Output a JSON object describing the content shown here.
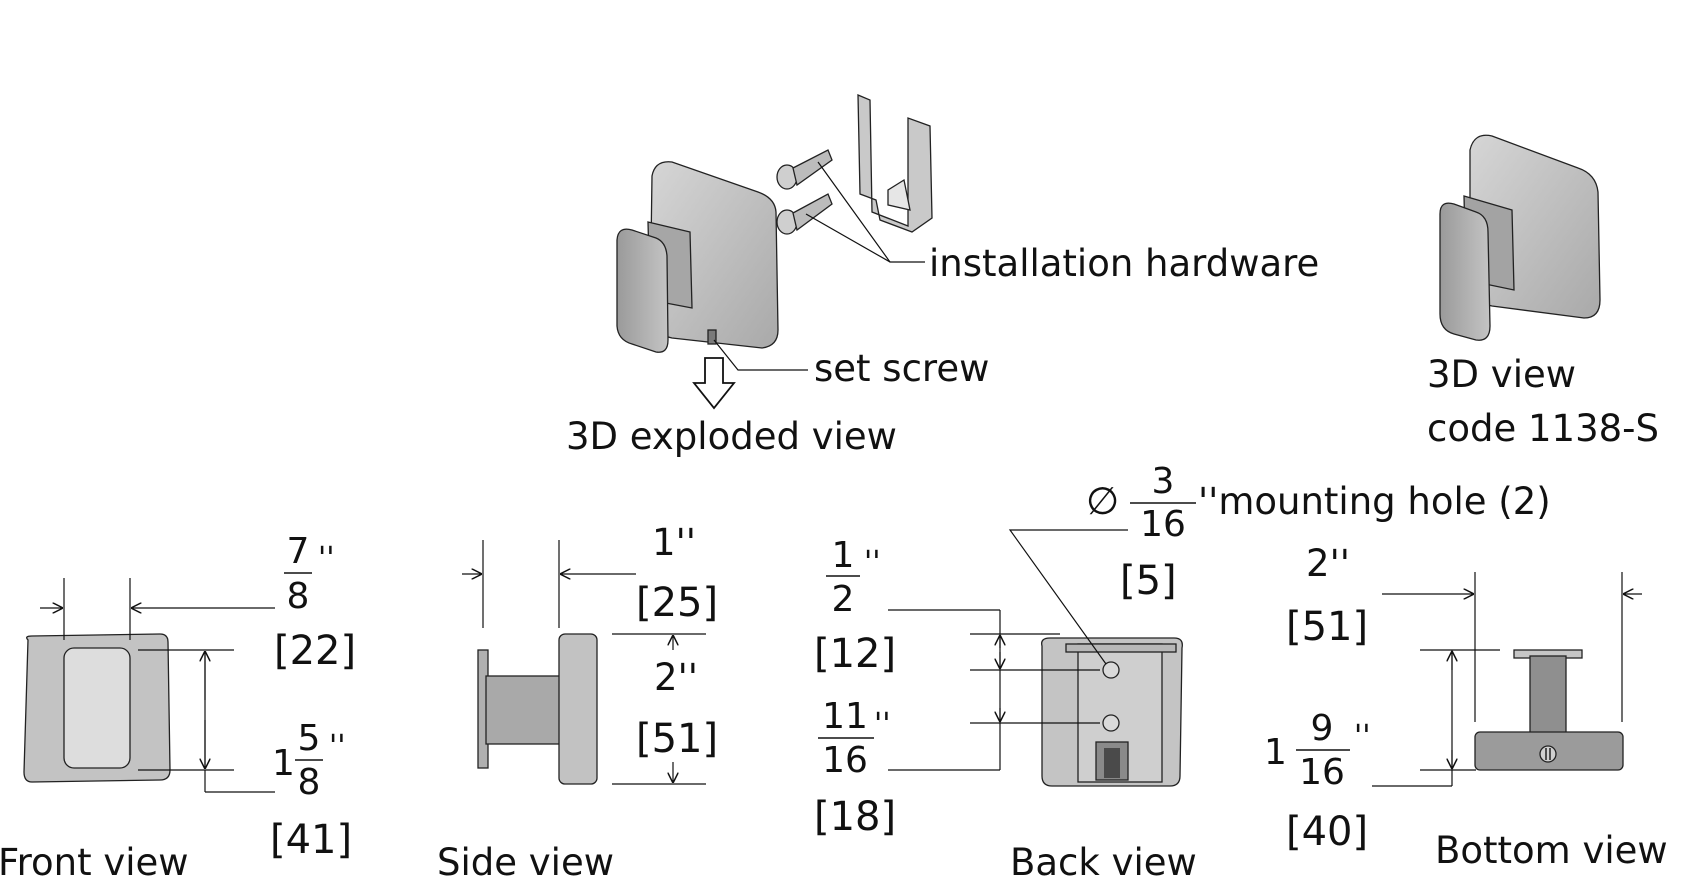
{
  "labels": {
    "installation_hardware": "installation hardware",
    "set_screw": "set screw",
    "exploded_view": "3D exploded view",
    "view_3d": "3D view",
    "code": "code 1138-S",
    "mounting_hole": "''mounting hole (2)",
    "front_view": "Front view",
    "side_view": "Side view",
    "back_view": "Back view",
    "bottom_view": "Bottom view"
  },
  "dims": {
    "hole_sym": "∅",
    "hole_num": "3",
    "hole_den": "16",
    "hole_mm": "[5]",
    "front_w_num": "7",
    "front_w_den": "8",
    "front_w_unit": "''",
    "front_w_mm": "[22]",
    "front_h_whole": "1",
    "front_h_num": "5",
    "front_h_den": "8",
    "front_h_unit": "''",
    "front_h_mm": "[41]",
    "side_d_in": "1''",
    "side_d_mm": "[25]",
    "side_h_in": "2''",
    "side_h_mm": "[51]",
    "back_a_num": "1",
    "back_a_den": "2",
    "back_a_unit": "''",
    "back_a_mm": "[12]",
    "back_b_num": "11",
    "back_b_den": "16",
    "back_b_unit": "''",
    "back_b_mm": "[18]",
    "bottom_w_in": "2''",
    "bottom_w_mm": "[51]",
    "bottom_h_whole": "1",
    "bottom_h_num": "9",
    "bottom_h_den": "16",
    "bottom_h_unit": "''",
    "bottom_h_mm": "[40]"
  },
  "colors": {
    "part_fill": "#bdbdbd",
    "part_dark": "#8f8f8f",
    "part_light": "#d4d4d4"
  }
}
